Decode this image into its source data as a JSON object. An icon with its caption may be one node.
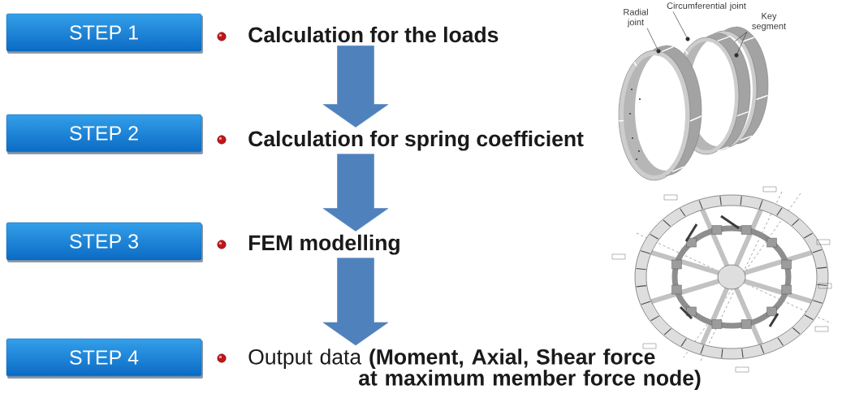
{
  "diagram": {
    "nodes": [
      {
        "text": [
          "STEP 1"
        ]
      },
      {
        "text": [
          "Calculation for the loads"
        ]
      },
      {
        "text": [
          "STEP 2"
        ]
      },
      {
        "text": [
          "Calculation for spring coefficient"
        ]
      },
      {
        "text": [
          "STEP 3"
        ]
      },
      {
        "text": [
          "FEM modelling"
        ]
      },
      {
        "text": [
          "STEP 4"
        ]
      },
      {
        "text": [
          "Output data **(Moment, Axial, Shear force at maximum member force node)**"
        ]
      },
      {
        "text": [
          "Radial joint"
        ]
      },
      {
        "text": [
          "Circumferential joint"
        ]
      },
      {
        "text": [
          "Key segment"
        ]
      },
      {
        "text": [],
        "shape": "circle"
      },
      {
        "text": [],
        "shape": "circle"
      },
      {
        "text": [],
        "shape": "circle"
      }
    ],
    "edges": [
      {
        "from": 1,
        "to": 3,
        "arrow": "to",
        "style": "thick",
        "color": "#4f81bd"
      },
      {
        "from": 3,
        "to": 5,
        "arrow": "to",
        "style": "thick",
        "color": "#4f81bd"
      },
      {
        "from": 5,
        "to": 7,
        "arrow": "to",
        "style": "thick",
        "color": "#4f81bd"
      },
      {
        "from": 8,
        "to": 11,
        "arrow": "none"
      },
      {
        "from": 9,
        "to": 12,
        "arrow": "none"
      },
      {
        "from": 10,
        "to": null,
        "arrow": "none"
      },
      {
        "from": 10,
        "to": 13,
        "arrow": "none"
      }
    ]
  }
}
